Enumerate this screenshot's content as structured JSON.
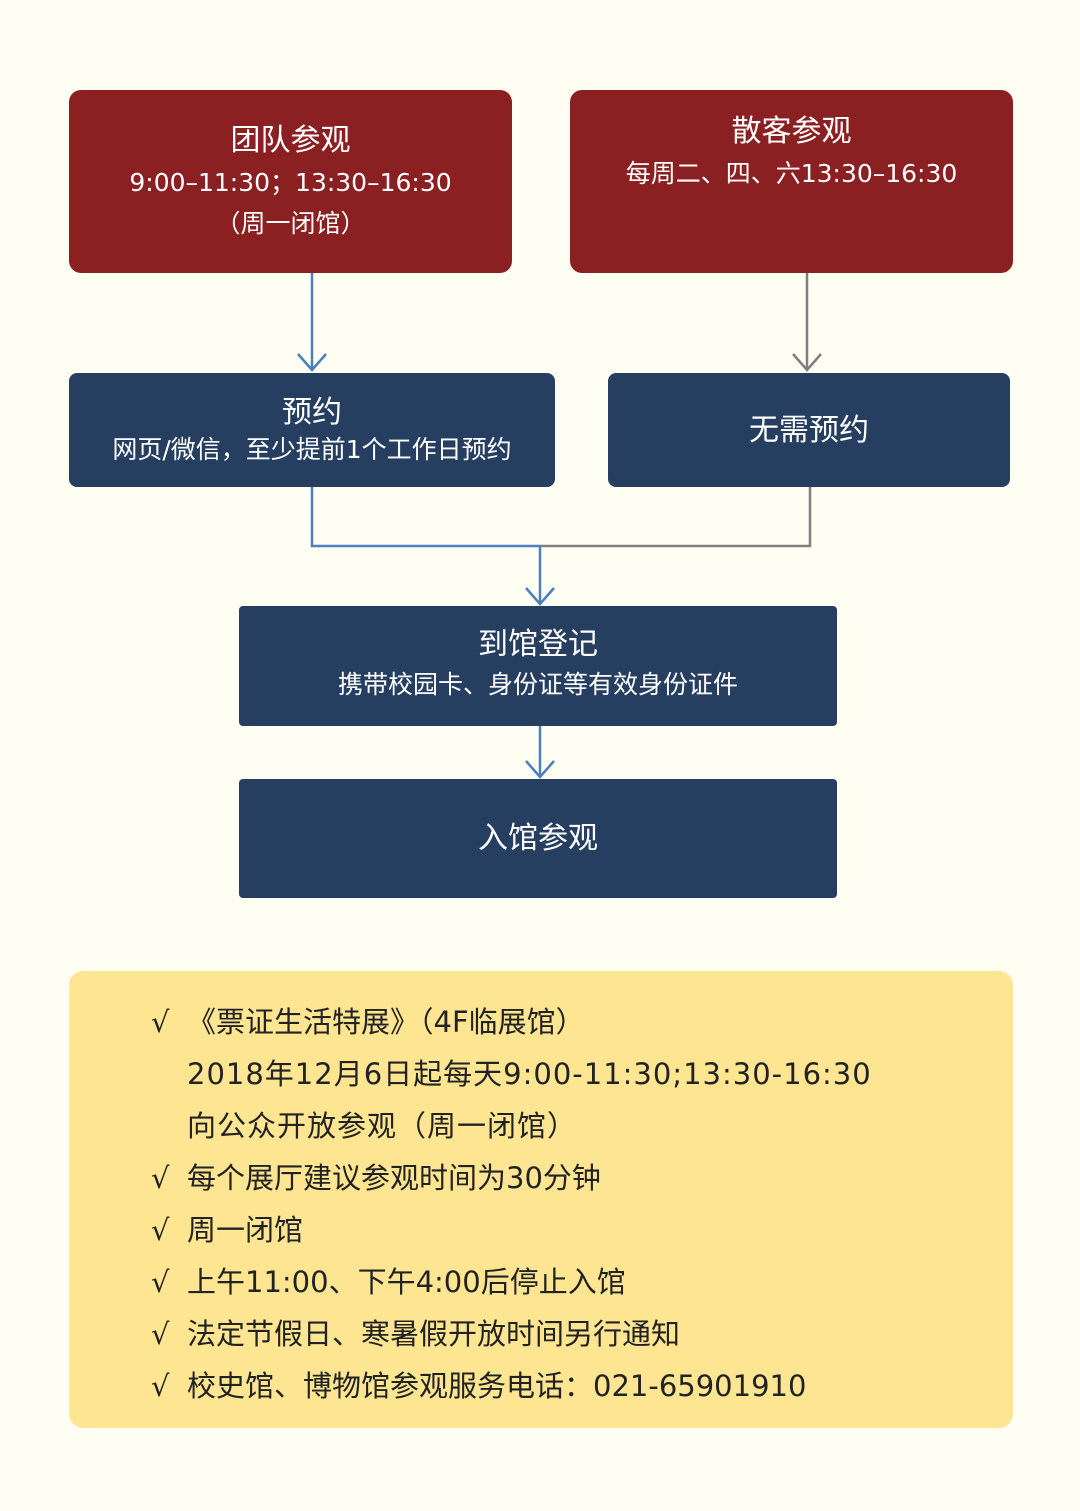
{
  "group_visit": {
    "title": "团队参观",
    "hours": "9:00–11:30；13:30–16:30",
    "note": "（周一闭馆）"
  },
  "individual_visit": {
    "title": "散客参观",
    "hours": "每周二、四、六13:30–16:30"
  },
  "reservation": {
    "title": "预约",
    "detail": "网页/微信，至少提前1个工作日预约"
  },
  "no_reservation": {
    "title": "无需预约"
  },
  "register": {
    "title": "到馆登记",
    "detail": "携带校园卡、身份证等有效身份证件"
  },
  "enter": {
    "title": "入馆参观"
  },
  "notes": {
    "check": "√",
    "exhibit": {
      "title": "《票证生活特展》（4F临展馆）",
      "line2": "2018年12月6日起每天9:00-11:30;13:30-16:30",
      "line3": "向公众开放参观（周一闭馆）"
    },
    "items": [
      "每个展厅建议参观时间为30分钟",
      "周一闭馆",
      "上午11:00、下午4:00后停止入馆",
      "法定节假日、寒暑假开放时间另行通知",
      "校史馆、博物馆参观服务电话：021-65901910"
    ]
  },
  "colors": {
    "red": "#8b2023",
    "navy": "#263f60",
    "note_bg": "#fde592",
    "arrow_blue": "#4a7fc0",
    "arrow_gray": "#7f7f7f"
  }
}
